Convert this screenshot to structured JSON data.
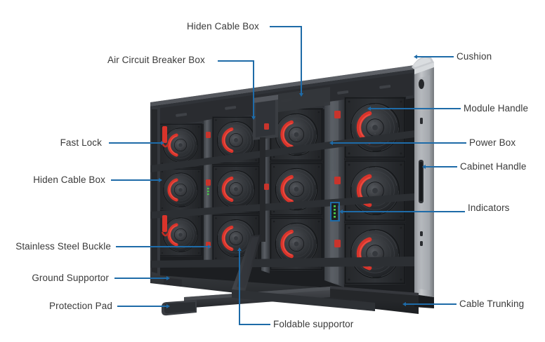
{
  "diagram": {
    "title": "LED Display Cabinet Rear View Callout Diagram",
    "product": "rental LED display cabinet, rear view",
    "line_color": "#1e6ba8",
    "text_color": "#3a3a3a",
    "background": "#ffffff",
    "accent_red": "#d9342b",
    "body_dark": "#2b2d30",
    "frame_silver": "#b9bcc0"
  },
  "labels": [
    {
      "id": "hiden-cable-box-top",
      "text": "Hiden Cable Box",
      "side": "top"
    },
    {
      "id": "air-circuit-breaker-box",
      "text": "Air Circuit Breaker Box",
      "side": "top"
    },
    {
      "id": "fast-lock",
      "text": "Fast Lock",
      "side": "left"
    },
    {
      "id": "hiden-cable-box-left",
      "text": "Hiden Cable Box",
      "side": "left"
    },
    {
      "id": "stainless-steel-buckle",
      "text": "Stainless Steel Buckle",
      "side": "left"
    },
    {
      "id": "ground-supportor",
      "text": "Ground Supportor",
      "side": "left"
    },
    {
      "id": "protection-pad",
      "text": "Protection Pad",
      "side": "left"
    },
    {
      "id": "foldable-supportor",
      "text": "Foldable supportor",
      "side": "bottom"
    },
    {
      "id": "cushion",
      "text": "Cushion",
      "side": "right"
    },
    {
      "id": "module-handle",
      "text": "Module Handle",
      "side": "right"
    },
    {
      "id": "power-box",
      "text": "Power Box",
      "side": "right"
    },
    {
      "id": "cabinet-handle",
      "text": "Cabinet Handle",
      "side": "right"
    },
    {
      "id": "indicators",
      "text": "Indicators",
      "side": "right"
    },
    {
      "id": "cable-trunking",
      "text": "Cable Trunking",
      "side": "right"
    }
  ],
  "cabinet": {
    "columns": 4,
    "rows": 3,
    "module_count": 12,
    "handle_shape": "red-c-ring",
    "indicator_leds": 4
  }
}
